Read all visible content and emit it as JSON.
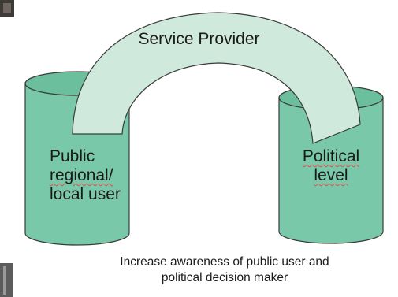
{
  "diagram": {
    "arc_label": "Service Provider",
    "left_cylinder_lines": [
      "Public",
      "regional/",
      "local user"
    ],
    "right_cylinder_lines": [
      "Political",
      "level"
    ],
    "caption_lines": [
      "Increase awareness of public user and",
      "political decision maker"
    ]
  },
  "colors": {
    "cylinder_fill": "#79c8a9",
    "cylinder_top": "#6bbf9d",
    "arc_fill": "#cfe9dd",
    "outline": "#3b3b3b"
  }
}
